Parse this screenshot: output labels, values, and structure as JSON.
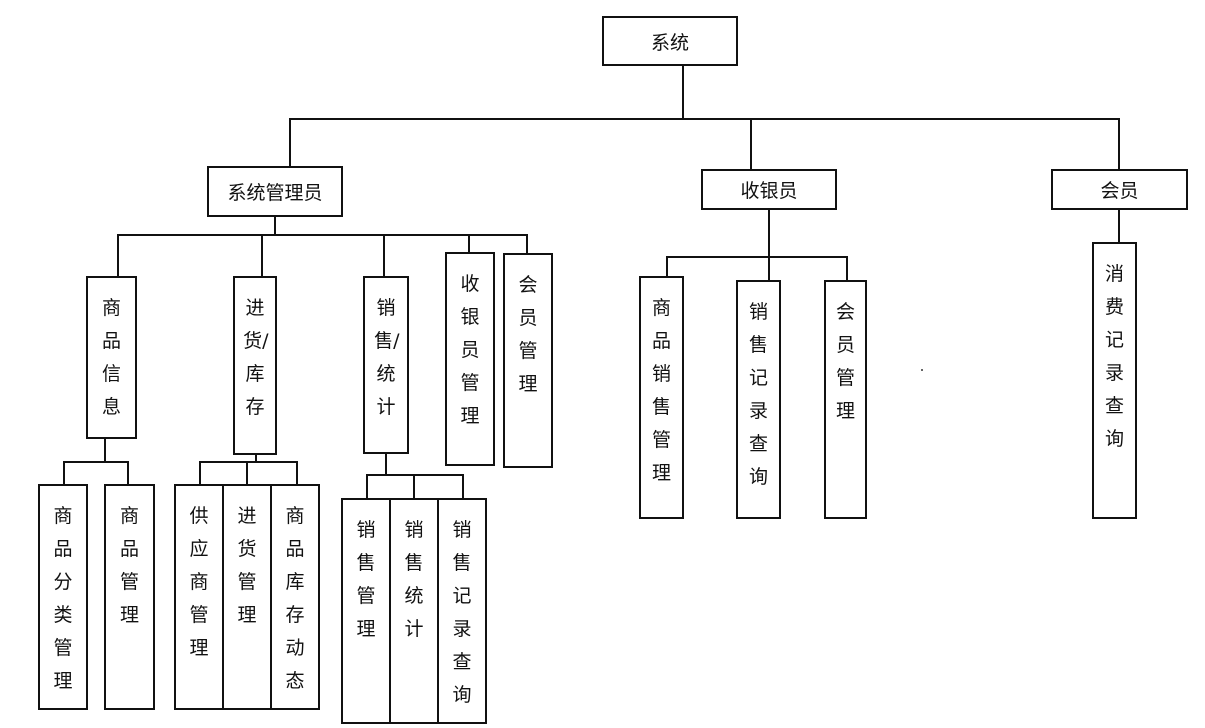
{
  "root": {
    "label": "系统"
  },
  "admin": {
    "label": "系统管理员",
    "product_info": {
      "label": "商品信息",
      "children": [
        "商品分类管理",
        "商品管理"
      ]
    },
    "purchase_stock": {
      "label": "进货/库存",
      "children": [
        "供应商管理",
        "进货管理",
        "商品库存动态"
      ]
    },
    "sales_stats": {
      "label": "销售/统计",
      "children": [
        "销售管理",
        "销售统计",
        "销售记录查询"
      ]
    },
    "cashier_mgmt": {
      "label": "收银员管理"
    },
    "member_mgmt": {
      "label": "会员管理"
    }
  },
  "cashier": {
    "label": "收银员",
    "children": [
      "商品销售管理",
      "销售记录查询",
      "会员管理"
    ]
  },
  "member": {
    "label": "会员",
    "children": [
      "消费记录查询"
    ]
  }
}
